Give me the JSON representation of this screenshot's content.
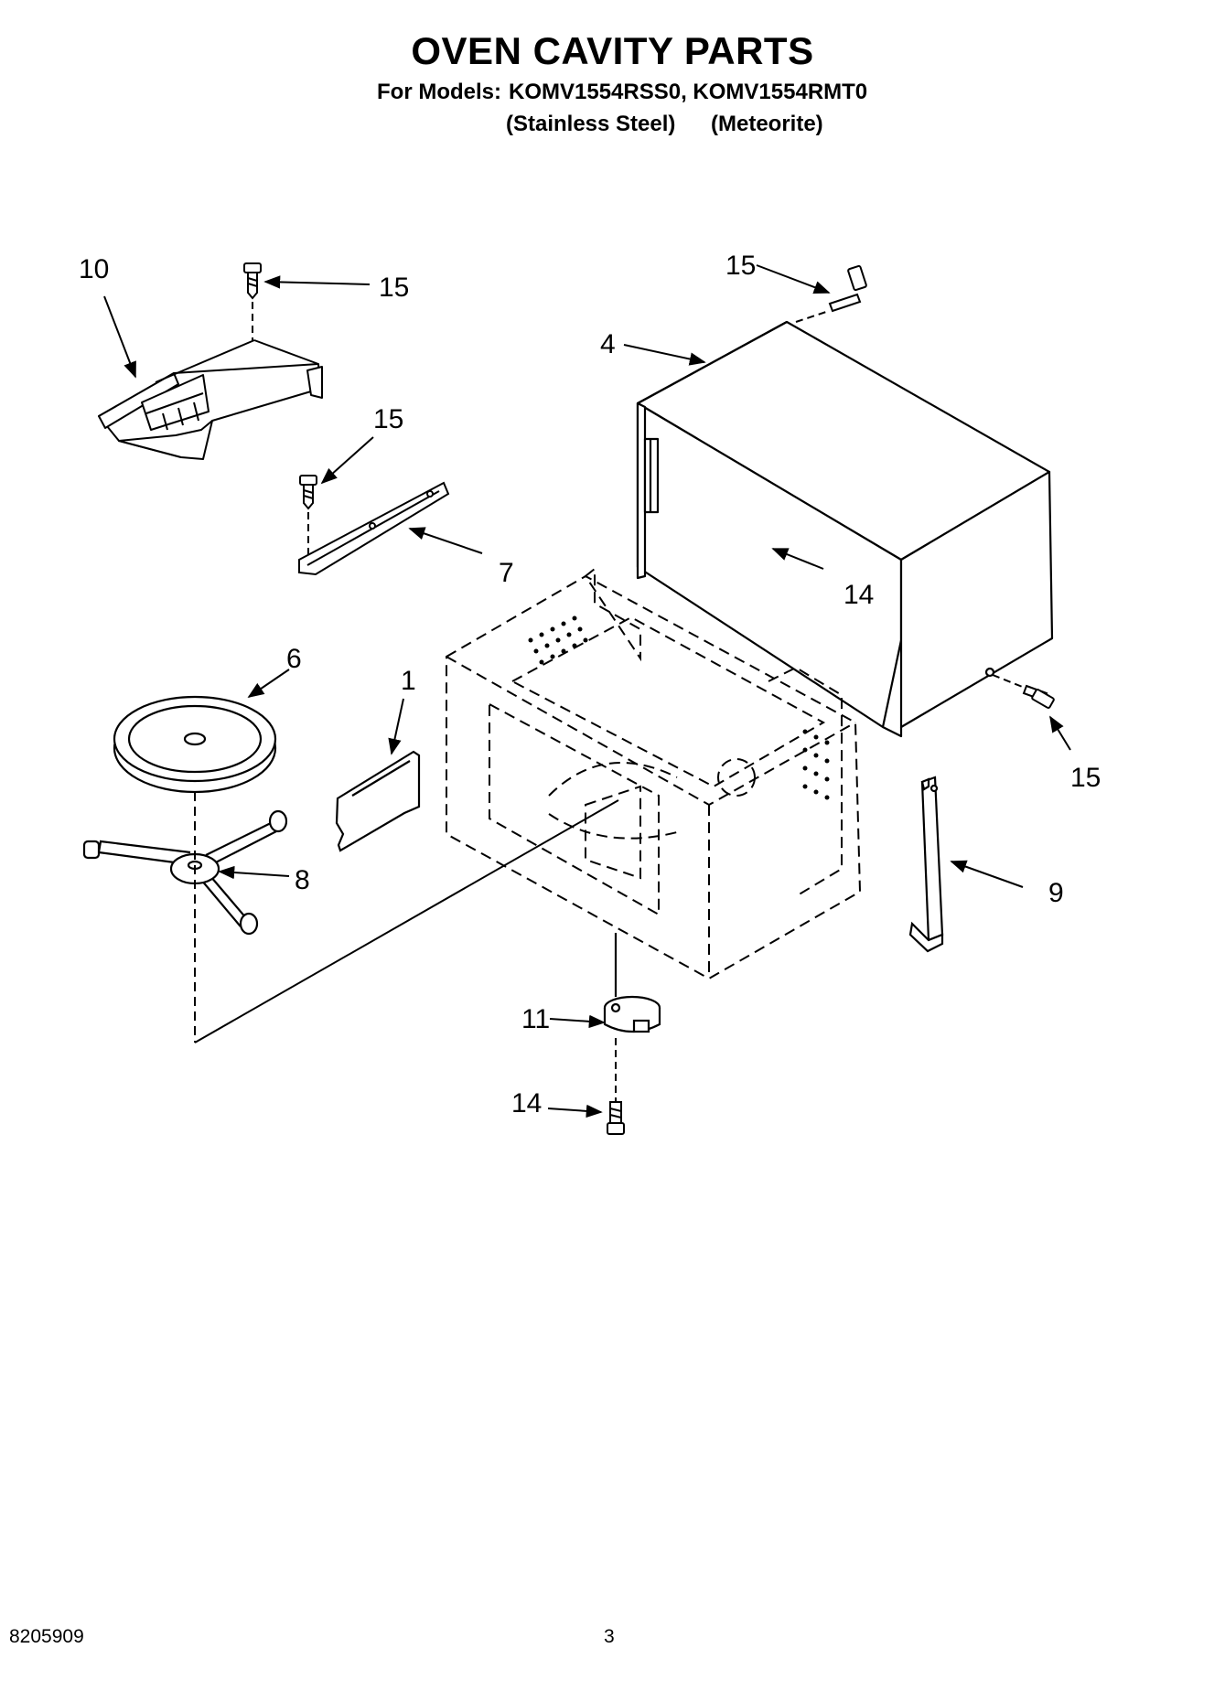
{
  "header": {
    "title": "OVEN CAVITY PARTS",
    "models_label": "For Models:",
    "models": "KOMV1554RSS0, KOMV1554RMT0",
    "finish_1": "(Stainless Steel)",
    "finish_2": "(Meteorite)"
  },
  "callouts": {
    "c10": "10",
    "c15a": "15",
    "c15b": "15",
    "c15c": "15",
    "c15d": "15",
    "c4": "4",
    "c7": "7",
    "c14a": "14",
    "c14b": "14",
    "c6": "6",
    "c1": "1",
    "c8": "8",
    "c9": "9",
    "c11": "11"
  },
  "footer": {
    "doc_number": "8205909",
    "page_number": "3"
  }
}
